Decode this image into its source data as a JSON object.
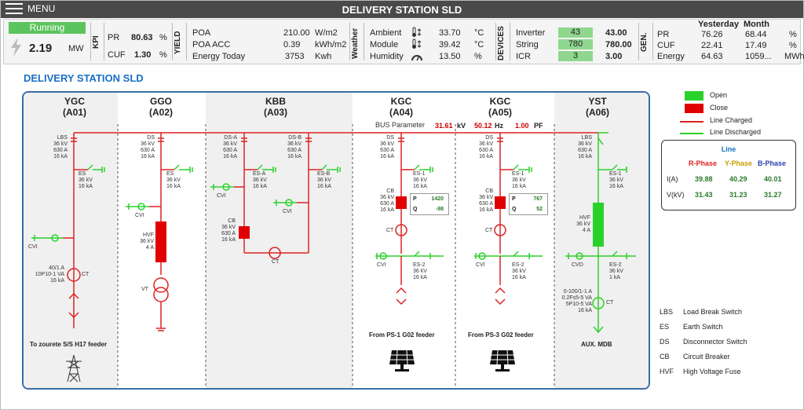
{
  "header": {
    "menu_label": "MENU",
    "title": "DELIVERY STATION SLD"
  },
  "status": {
    "state": "Running",
    "power_value": "2.19",
    "power_unit": "MW"
  },
  "kpi": {
    "label": "KPI",
    "pr_label": "PR",
    "pr_value": "80.63",
    "pr_unit": "%",
    "cuf_label": "CUF",
    "cuf_value": "1.30",
    "cuf_unit": "%"
  },
  "yield": {
    "label": "YIELD",
    "rows": [
      {
        "label": "POA",
        "value": "210.00",
        "unit": "W/m2"
      },
      {
        "label": "POA ACC",
        "value": "0.39",
        "unit": "kWh/m2"
      },
      {
        "label": "Energy Today",
        "value": "3753",
        "unit": "Kwh"
      }
    ]
  },
  "weather": {
    "label": "Weather",
    "rows": [
      {
        "label": "Ambient",
        "value": "33.70",
        "unit": "°C"
      },
      {
        "label": "Module",
        "value": "39.42",
        "unit": "°C"
      },
      {
        "label": "Humidity",
        "value": "13.50",
        "unit": "%"
      }
    ]
  },
  "devices": {
    "label": "DEVICES",
    "rows": [
      {
        "label": "Inverter",
        "count": "43",
        "value": "43.00"
      },
      {
        "label": "String",
        "count": "780",
        "value": "780.00"
      },
      {
        "label": "ICR",
        "count": "3",
        "value": "3.00"
      }
    ]
  },
  "gen": {
    "label": "GEN.",
    "col1": "Yesterday",
    "col2": "Month",
    "rows": [
      {
        "label": "PR",
        "v1": "76.26",
        "v2": "68.44",
        "unit": "%"
      },
      {
        "label": "CUF",
        "v1": "22.41",
        "v2": "17.49",
        "unit": "%"
      },
      {
        "label": "Energy",
        "v1": "64.63",
        "v2": "1059...",
        "unit": "MWh"
      }
    ]
  },
  "section_title": "DELIVERY STATION SLD",
  "bays": [
    {
      "name": "YGC",
      "id": "(A01)"
    },
    {
      "name": "GGO",
      "id": "(A02)"
    },
    {
      "name": "KBB",
      "id": "(A03)"
    },
    {
      "name": "KGC",
      "id": "(A04)"
    },
    {
      "name": "KGC",
      "id": "(A05)"
    },
    {
      "name": "YST",
      "id": "(A06)"
    }
  ],
  "bus": {
    "label": "BUS Parameter",
    "kv": "31.61",
    "kv_unit": "kV",
    "hz": "50.12",
    "hz_unit": "Hz",
    "pf": "1.00",
    "pf_unit": "PF"
  },
  "equip": {
    "lbs": "LBS",
    "ds": "DS",
    "ds_a": "DS-A",
    "ds_b": "DS-B",
    "es": "ES",
    "es_a": "ES-A",
    "es_b": "ES-B",
    "es1": "ES-1",
    "es2": "ES-2",
    "cb": "CB",
    "ct": "CT",
    "cvi": "CVI",
    "cvd": "CVD",
    "hvf": "HVF",
    "vt": "VT",
    "r36kv": "36 kV",
    "r630a": "630 A",
    "r16ka": "16 kA",
    "r4a": "4 A",
    "r1ka": "1 kA",
    "ct1_a": "40/1 A",
    "ct1_b": "10P10-1 VA",
    "ct6_a": "0-100/1-1 A",
    "ct6_b": "0.2Fs5-5 VA",
    "ct6_c": "5P10-5 VA"
  },
  "pq": [
    {
      "p_label": "P",
      "p": "1420",
      "q_label": "Q",
      "q": "-98"
    },
    {
      "p_label": "P",
      "p": "767",
      "q_label": "Q",
      "q": "52"
    }
  ],
  "feeders": {
    "a01": "To zourete S/S H17 feeder",
    "a04": "From PS-1 G02 feeder",
    "a05": "From PS-3 G02 feeder",
    "a06": "AUX. MDB"
  },
  "legend": {
    "open": "Open",
    "close": "Close",
    "charged": "Line Charged",
    "discharged": "Line Discharged",
    "open_color": "#2bd12b",
    "close_color": "#e00000"
  },
  "line_table": {
    "title": "Line",
    "headers": [
      "R-Phase",
      "Y-Phase",
      "B-Phase"
    ],
    "rows": [
      {
        "label": "I(A)",
        "values": [
          "39.88",
          "40.29",
          "40.01"
        ]
      },
      {
        "label": "V(kV)",
        "values": [
          "31.43",
          "31.23",
          "31.27"
        ]
      }
    ]
  },
  "abbreviations": [
    {
      "abbr": "LBS",
      "text": "Load Break Switch"
    },
    {
      "abbr": "ES",
      "text": "Earth Switch"
    },
    {
      "abbr": "DS",
      "text": "Disconnector Switch"
    },
    {
      "abbr": "CB",
      "text": "Circuit Breaker"
    },
    {
      "abbr": "HVF",
      "text": "High Voltage Fuse"
    }
  ],
  "icons": {
    "menu": "menu-icon",
    "bolt": "bolt-icon",
    "thermometer": "thermometer-icon",
    "gauge": "gauge-icon",
    "solar": "solar-panel-icon",
    "tower": "transmission-tower-icon"
  }
}
